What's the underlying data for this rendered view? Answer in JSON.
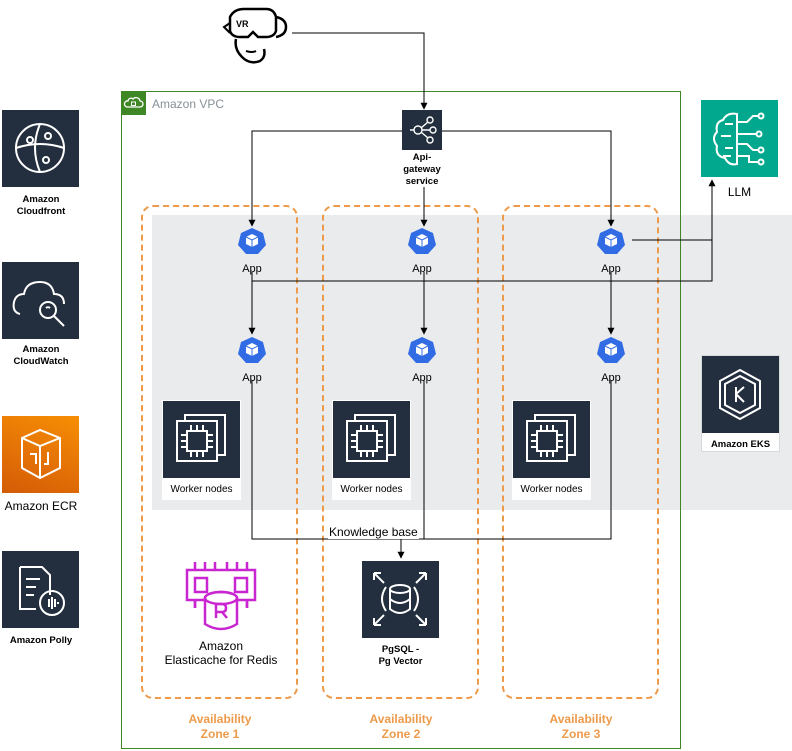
{
  "vpc": {
    "title": "Amazon VPC"
  },
  "gateway": {
    "label_line1": "Api-",
    "label_line2": "gateway",
    "label_line3": "service"
  },
  "llm": {
    "label": "LLM"
  },
  "eks": {
    "label": "Amazon EKS"
  },
  "sidebar": {
    "cloudfront": {
      "line1": "Amazon",
      "line2": "Cloudfront"
    },
    "cloudwatch": {
      "line1": "Amazon",
      "line2": "CloudWatch"
    },
    "ecr": {
      "label": "Amazon ECR"
    },
    "polly": {
      "label": "Amazon Polly"
    }
  },
  "apps": {
    "label": "App"
  },
  "worker_nodes": {
    "label": "Worker nodes"
  },
  "knowledge_base": {
    "label": "Knowledge base"
  },
  "pgsql": {
    "line1": "PgSQL -",
    "line2": "Pg Vector"
  },
  "redis": {
    "line1": "Amazon",
    "line2": "Elasticache for Redis"
  },
  "zones": [
    {
      "line1": "Availability",
      "line2": "Zone 1"
    },
    {
      "line1": "Availability",
      "line2": "Zone 2"
    },
    {
      "line1": "Availability",
      "line2": "Zone 3"
    }
  ],
  "vr_icon": {
    "label": "VR"
  },
  "colors": {
    "vpc_border": "#3f8624",
    "az_border": "#ed9a4a",
    "eks_band": "#e9ebed",
    "tile_dark": "#232f3e",
    "k8s_blue": "#326ce5",
    "llm_green": "#01a88d",
    "ecr_orange": "#ed7100",
    "redis_magenta": "#c925d1"
  }
}
